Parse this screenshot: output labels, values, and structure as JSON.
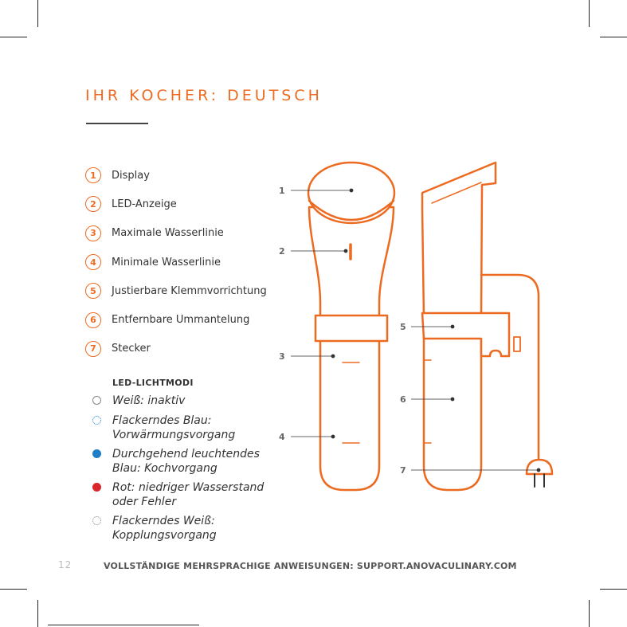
{
  "title": "IHR KOCHER: DEUTSCH",
  "parts": [
    {
      "num": "1",
      "label": "Display"
    },
    {
      "num": "2",
      "label": "LED-Anzeige"
    },
    {
      "num": "3",
      "label": "Maximale Wasserlinie"
    },
    {
      "num": "4",
      "label": "Minimale Wasserlinie"
    },
    {
      "num": "5",
      "label": "Justierbare Klemmvorrichtung"
    },
    {
      "num": "6",
      "label": "Entfernbare Ummantelung"
    },
    {
      "num": "7",
      "label": "Stecker"
    }
  ],
  "led_modes": {
    "title": "LED-LICHTMODI",
    "modes": [
      {
        "label": "Weiß: inaktiv",
        "dot_style": "outline",
        "color": "#888888"
      },
      {
        "label": "Flackerndes Blau: Vorwärmungsvorgang",
        "dot_style": "dashed",
        "color": "#1e7fc8"
      },
      {
        "label": "Durchgehend leuchtendes Blau: Kochvorgang",
        "dot_style": "solid",
        "color": "#1e7fc8"
      },
      {
        "label": "Rot: niedriger Wasserstand oder Fehler",
        "dot_style": "solid",
        "color": "#d9262b"
      },
      {
        "label": "Flackerndes Weiß: Kopplungsvorgang",
        "dot_style": "dashed",
        "color": "#888888"
      }
    ]
  },
  "callouts": [
    "1",
    "2",
    "3",
    "4",
    "5",
    "6",
    "7"
  ],
  "footer": {
    "page_number": "12",
    "text": "VOLLSTÄNDIGE MEHRSPRACHIGE ANWEISUNGEN: SUPPORT.ANOVACULINARY.COM"
  },
  "colors": {
    "accent": "#ec6b21",
    "text": "#333333"
  }
}
